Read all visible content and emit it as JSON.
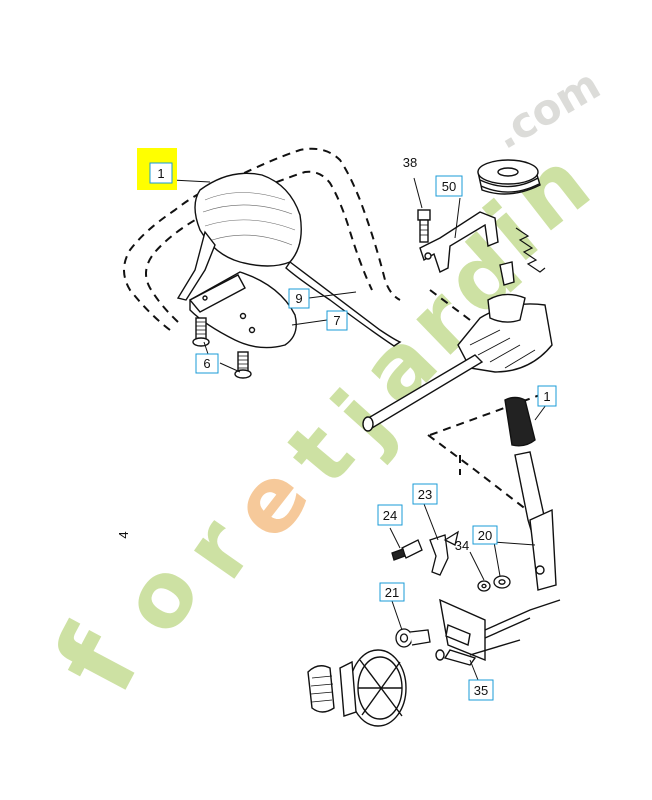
{
  "diagram": {
    "part_labels": [
      "1",
      "38",
      "50",
      "9",
      "7",
      "6",
      "1",
      "23",
      "24",
      "34",
      "20",
      "21",
      "35"
    ],
    "page_marker": "4"
  },
  "colors": {
    "highlight": "#ffff00",
    "callout_border": "#1a9bd7",
    "line": "#111111",
    "watermark_green": "#c5dc93",
    "watermark_orange": "#f5c088",
    "watermark_grey": "#d6d6d2"
  },
  "watermark": {
    "text": "foretjardin.com"
  }
}
